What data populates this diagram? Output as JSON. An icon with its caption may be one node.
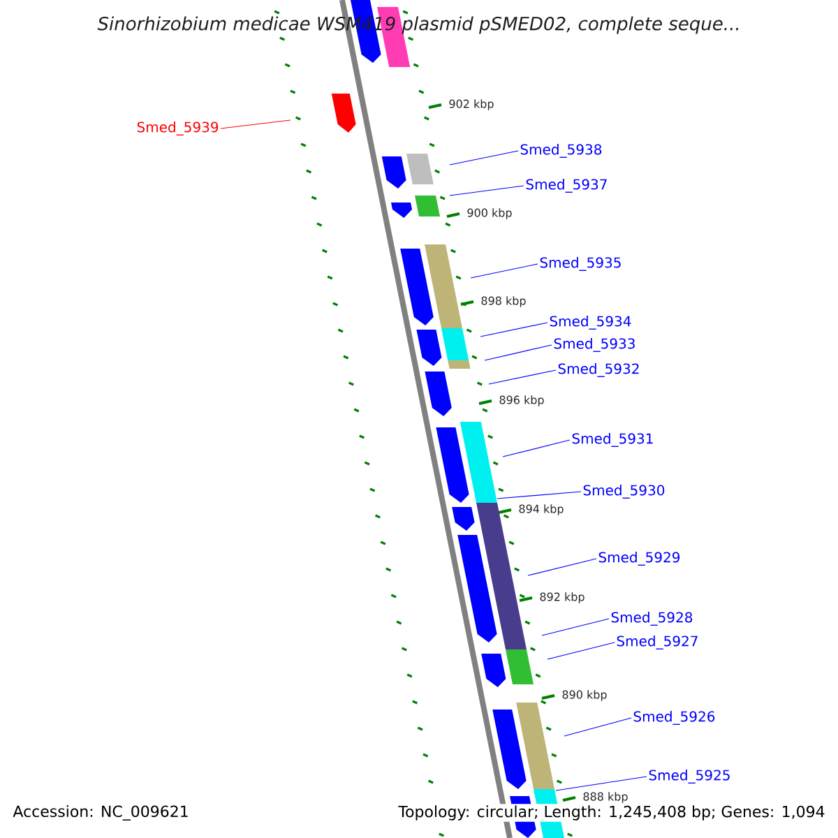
{
  "diagram": {
    "title": "Sinorhizobium medicae WSM419 plasmid pSMED02, complete seque...",
    "nodes": [
      {
        "text": [
          "Smed_5939"
        ]
      },
      {
        "text": [
          "Smed_5938"
        ]
      },
      {
        "text": [
          "Smed_5937"
        ]
      },
      {
        "text": [
          "Smed_5935"
        ]
      },
      {
        "text": [
          "Smed_5934"
        ]
      },
      {
        "text": [
          "Smed_5933"
        ]
      },
      {
        "text": [
          "Smed_5932"
        ]
      },
      {
        "text": [
          "Smed_5931"
        ]
      },
      {
        "text": [
          "Smed_5930"
        ]
      },
      {
        "text": [
          "Smed_5929"
        ]
      },
      {
        "text": [
          "Smed_5928"
        ]
      },
      {
        "text": [
          "Smed_5927"
        ]
      },
      {
        "text": [
          "Smed_5926"
        ]
      },
      {
        "text": [
          "Smed_5925"
        ]
      }
    ],
    "edges": [
      {
        "from": 0,
        "to": null,
        "arrow": "none",
        "color": "#ff0000"
      },
      {
        "from": 1,
        "to": null,
        "arrow": "none"
      },
      {
        "from": 2,
        "to": null,
        "arrow": "none"
      },
      {
        "from": 3,
        "to": null,
        "arrow": "none"
      },
      {
        "from": 4,
        "to": null,
        "arrow": "none"
      },
      {
        "from": 5,
        "to": null,
        "arrow": "none"
      },
      {
        "from": 6,
        "to": null,
        "arrow": "none"
      },
      {
        "from": 7,
        "to": null,
        "arrow": "none"
      },
      {
        "from": 8,
        "to": null,
        "arrow": "none"
      },
      {
        "from": 9,
        "to": null,
        "arrow": "none"
      },
      {
        "from": 10,
        "to": null,
        "arrow": "none"
      },
      {
        "from": 11,
        "to": null,
        "arrow": "none"
      },
      {
        "from": 12,
        "to": null,
        "arrow": "none"
      },
      {
        "from": 13,
        "to": null,
        "arrow": "none"
      }
    ],
    "labels": [
      "902 kbp",
      "900 kbp",
      "898 kbp",
      "896 kbp",
      "894 kbp",
      "892 kbp",
      "890 kbp",
      "888 kbp",
      "Accession: NC_009621",
      "Topology: circular; Length: 1,245,408 bp; Genes: 1,094"
    ]
  }
}
